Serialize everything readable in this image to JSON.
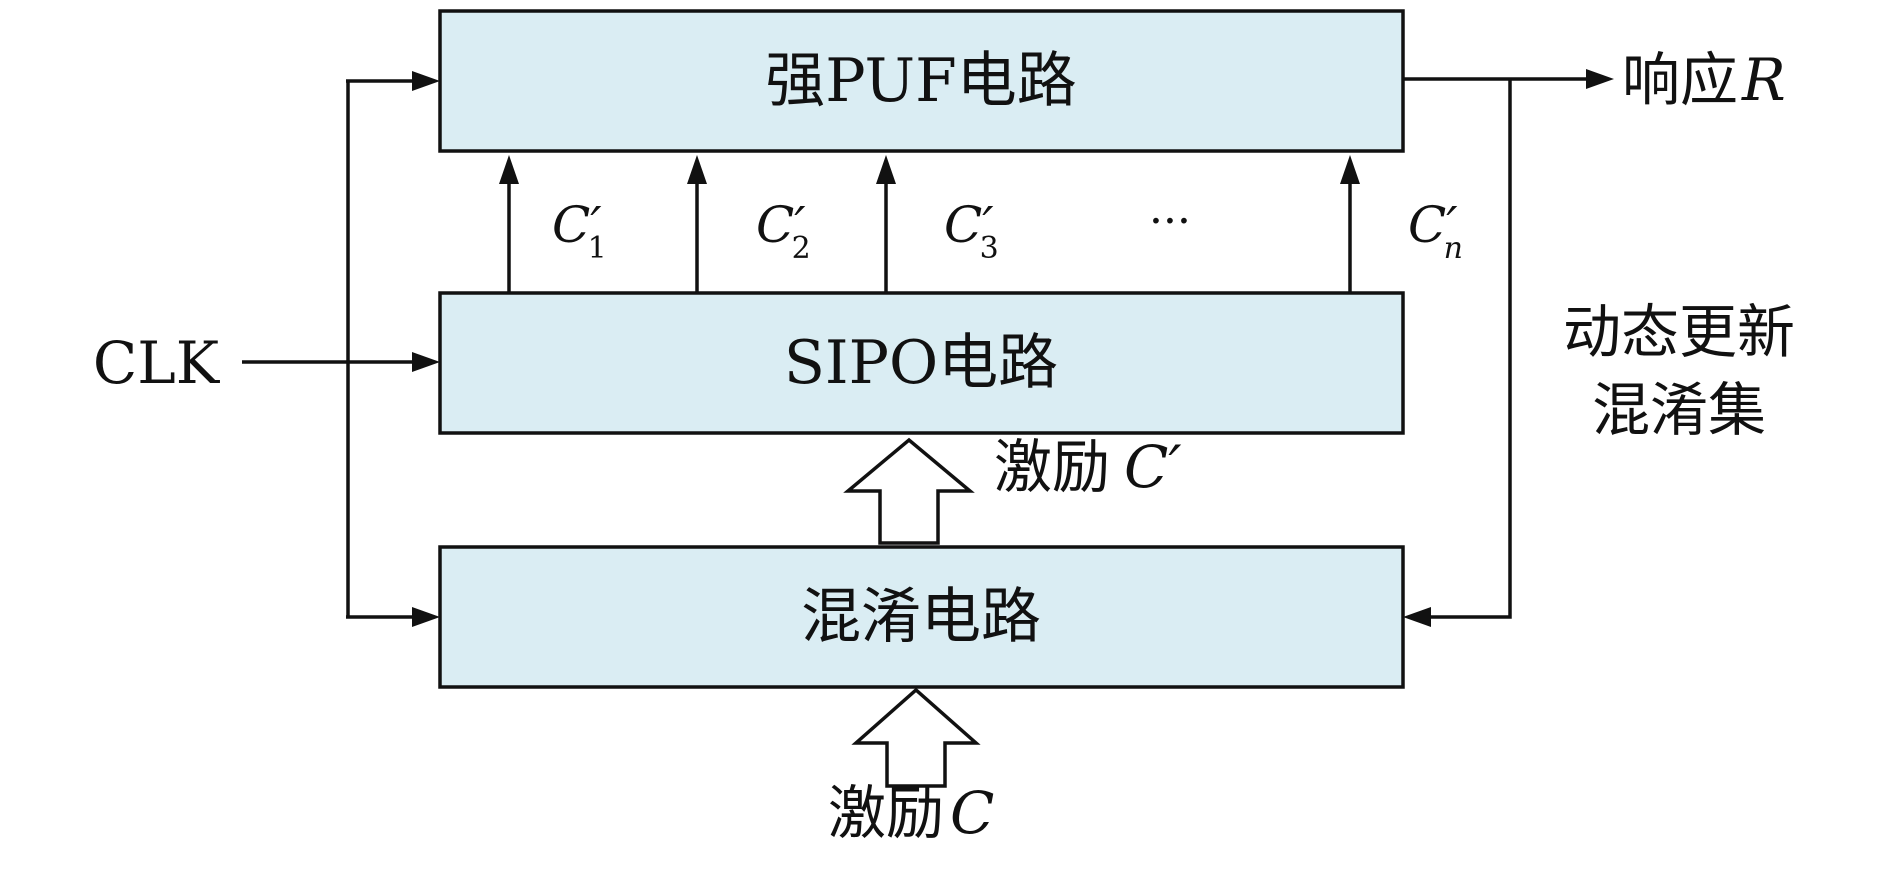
{
  "blocks": {
    "puf": "强PUF电路",
    "sipo": "SIPO电路",
    "obfuscation": "混淆电路"
  },
  "inputs": {
    "clock": "CLK",
    "challenge_prefix": "激励",
    "challenge_symbol": "C"
  },
  "outputs": {
    "response_prefix": "响应",
    "response_symbol": "R"
  },
  "intermediate": {
    "challenge_prefix": "激励",
    "challenge_symbol": "C′"
  },
  "parallel_bits": {
    "symbol": "C′",
    "subscripts": [
      "1",
      "2",
      "3",
      "n"
    ],
    "ellipsis": "···"
  },
  "feedback": {
    "line1": "动态更新",
    "line2": "混淆集"
  },
  "colors": {
    "block_fill": "#daedf3",
    "stroke": "#111111"
  }
}
